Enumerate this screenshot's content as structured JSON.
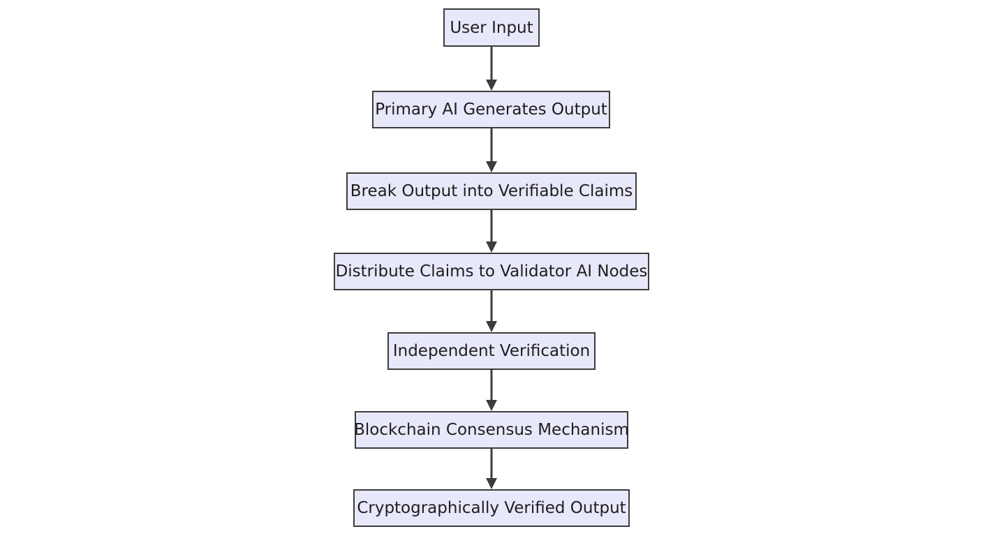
{
  "diagram": {
    "nodes": [
      {
        "id": "user-input",
        "label": "User Input"
      },
      {
        "id": "primary-ai",
        "label": "Primary AI Generates Output"
      },
      {
        "id": "break-claims",
        "label": "Break Output into Verifiable Claims"
      },
      {
        "id": "distribute-claims",
        "label": "Distribute Claims to Validator AI Nodes"
      },
      {
        "id": "independent-verification",
        "label": "Independent Verification"
      },
      {
        "id": "blockchain-consensus",
        "label": "Blockchain Consensus Mechanism"
      },
      {
        "id": "verified-output",
        "label": "Cryptographically Verified Output"
      }
    ],
    "edges": [
      {
        "from": "user-input",
        "to": "primary-ai"
      },
      {
        "from": "primary-ai",
        "to": "break-claims"
      },
      {
        "from": "break-claims",
        "to": "distribute-claims"
      },
      {
        "from": "distribute-claims",
        "to": "independent-verification"
      },
      {
        "from": "independent-verification",
        "to": "blockchain-consensus"
      },
      {
        "from": "blockchain-consensus",
        "to": "verified-output"
      }
    ],
    "colors": {
      "node_fill": "#e8e8fb",
      "node_border": "#3c3c3c",
      "edge": "#3c3c3c",
      "text": "#1e1e1e"
    }
  }
}
